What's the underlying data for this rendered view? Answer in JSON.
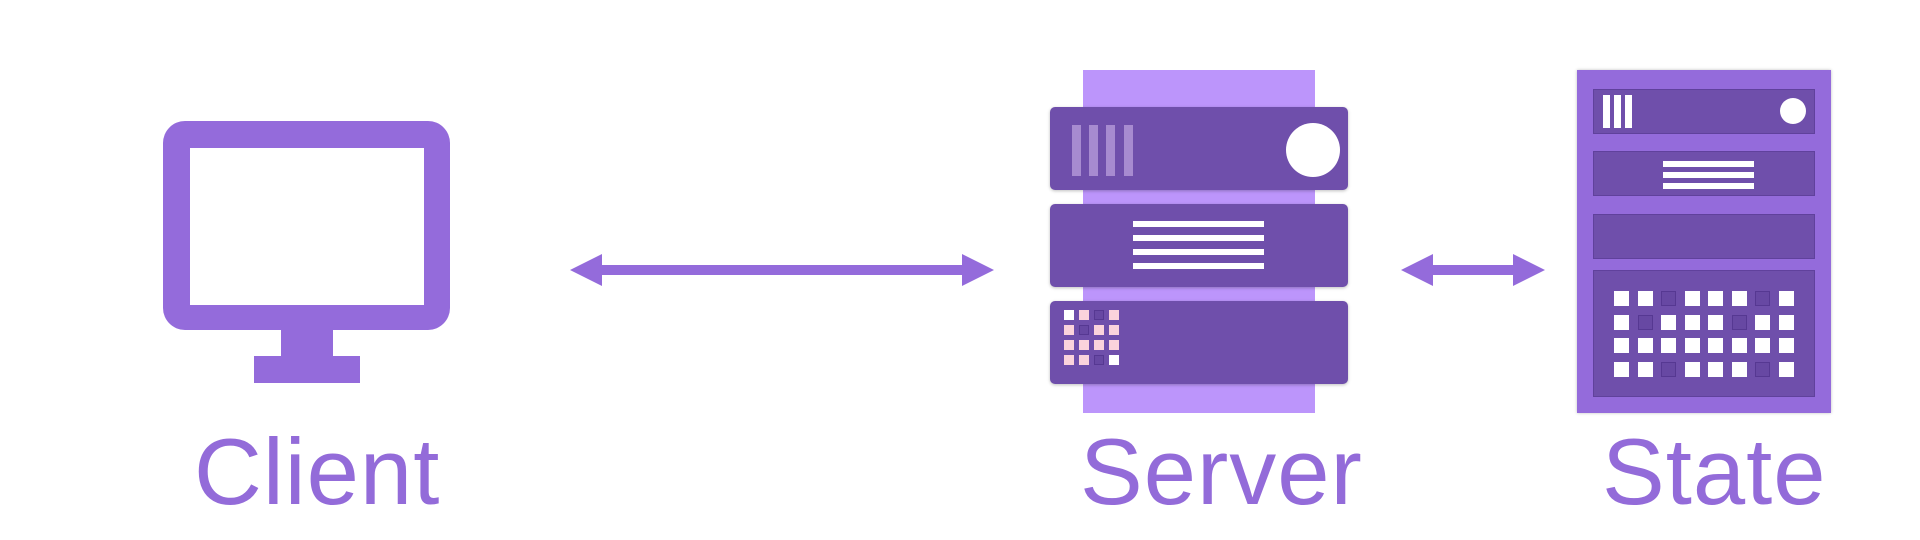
{
  "diagram": {
    "title": "Client - Server - State architecture",
    "colors": {
      "accent": "#946bdb",
      "server_unit": "#6f4fab",
      "server_back": "#bc95fb",
      "label_text": "#936bd9",
      "led": "#ffffff",
      "pink_indicator": "#fbd3dc"
    },
    "nodes": [
      {
        "id": "client",
        "label": "Client",
        "icon": "monitor-icon"
      },
      {
        "id": "server",
        "label": "Server",
        "icon": "server-rack-icon"
      },
      {
        "id": "state",
        "label": "State",
        "icon": "storage-cabinet-icon"
      }
    ],
    "edges": [
      {
        "from": "client",
        "to": "server",
        "type": "bidirectional-arrow"
      },
      {
        "from": "server",
        "to": "state",
        "type": "bidirectional-arrow"
      }
    ],
    "server_indicator_grid": [
      [
        "W",
        "P",
        "D",
        "P"
      ],
      [
        "P",
        "D",
        "P",
        "P"
      ],
      [
        "P",
        "P",
        "P",
        "P"
      ],
      [
        "P",
        "P",
        "D",
        "W"
      ]
    ],
    "state_indicator_grid": [
      [
        "W",
        "W",
        "D",
        "W",
        "W",
        "W",
        "D",
        "W"
      ],
      [
        "W",
        "D",
        "W",
        "W",
        "W",
        "D",
        "W",
        "W"
      ],
      [
        "W",
        "W",
        "W",
        "W",
        "W",
        "W",
        "W",
        "W"
      ],
      [
        "W",
        "W",
        "D",
        "W",
        "W",
        "W",
        "D",
        "W"
      ]
    ]
  }
}
